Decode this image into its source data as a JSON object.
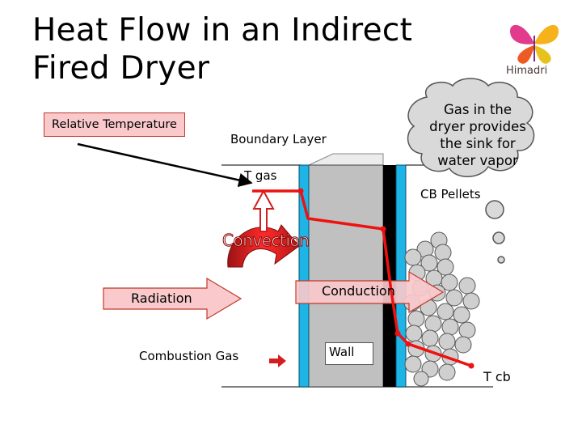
{
  "slide": {
    "title_line1": "Heat Flow in an Indirect",
    "title_line2": "Fired Dryer"
  },
  "logo": {
    "text": "Himadri"
  },
  "labels": {
    "relative_temperature": "Relative Temperature",
    "boundary_layer": "Boundary Layer",
    "t_gas": "T gas",
    "cb_pellets": "CB Pellets",
    "convection": "Convection",
    "radiation": "Radiation",
    "conduction": "Conduction",
    "combustion_gas": "Combustion Gas",
    "wall": "Wall",
    "t_cb": "T cb"
  },
  "cloud": {
    "line1": "Gas in the",
    "line2": "dryer provides",
    "line3": "the sink for",
    "line4": "water vapor"
  },
  "colors": {
    "temperature_line": "#ee1111",
    "wall_fill": "#c0c0c0",
    "boundary_blue": "#1fb4e6",
    "arrow_fill": "#f9c9cc",
    "arrow_stroke": "#c0392b",
    "cloud_fill": "#d9d9d9"
  }
}
